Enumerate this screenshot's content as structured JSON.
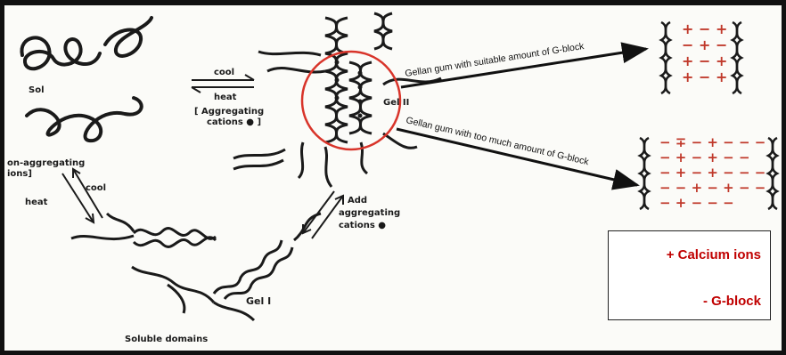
{
  "labels": {
    "sol": "Sol",
    "cool_top": "cool",
    "heat_top": "heat",
    "aggregating_cations_1": "[ Aggregating",
    "aggregating_cations_2": "cations ● ]",
    "gel_two": "Gel II",
    "non_aggregating_1": "on-aggregating",
    "non_aggregating_2": "ions]",
    "heat_left": "heat",
    "cool_left": "cool",
    "add_aggregating_1": "Add",
    "add_aggregating_2": "aggregating",
    "add_aggregating_3": "cations ●",
    "gel_one": "Gel I",
    "soluble_domains": "Soluble domains",
    "gellan_suitable": "Gellan gum with suitable amount of G-block",
    "gellan_too_much": "Gellan gum with too much amount of G-block"
  },
  "legend": {
    "calcium": "+ Calcium ions",
    "gblock": "- G-block"
  },
  "colors": {
    "ink": "#1a1a1a",
    "highlight_circle": "#d8342a",
    "ion_marks": "#c0392b",
    "legend_text": "#c00000"
  }
}
